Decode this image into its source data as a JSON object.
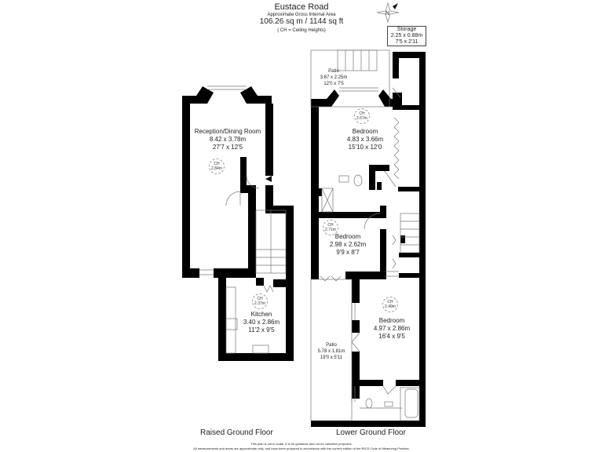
{
  "header": {
    "title": "Eustace Road",
    "subtitle": "Approximate Gross Internal Area",
    "area": "106.26 sq m / 1144 sq ft",
    "legend": "( CH = Ceiling Heights)"
  },
  "compass": {
    "icon": "north-compass-icon",
    "label": "N"
  },
  "storage": {
    "name": "Storage",
    "metric": "2.25 x 0.88m",
    "imperial": "7'5 x 2'11"
  },
  "floors": {
    "raised_ground": {
      "label": "Raised Ground Floor",
      "rooms": [
        {
          "name": "Reception/Dining Room",
          "metric": "8.42 x 3.78m",
          "imperial": "27'7 x 12'5",
          "ch": "2.84m"
        },
        {
          "name": "Kitchen",
          "metric": "3.40 x 2.86m",
          "imperial": "11'2 x 9'5",
          "ch": "2.37m"
        }
      ]
    },
    "lower_ground": {
      "label": "Lower Ground Floor",
      "rooms": [
        {
          "name": "Patio",
          "metric": "3.67 x 2.25m",
          "imperial": "12'0 x 7'5"
        },
        {
          "name": "Bedroom",
          "metric": "4.83 x 3.66m",
          "imperial": "15'10 x 12'0",
          "ch": "2.67m"
        },
        {
          "name": "Bedroom",
          "metric": "2.98 x 2.62m",
          "imperial": "9'9 x 8'7",
          "ch": "2.71m"
        },
        {
          "name": "Bedroom",
          "metric": "4.97 x 2.86m",
          "imperial": "16'4 x 9'5",
          "ch": "2.49m"
        },
        {
          "name": "Patio",
          "metric": "5.78 x 1.81m",
          "imperial": "19'0 x 5'11"
        }
      ]
    }
  },
  "ch_prefix": "CH",
  "disclaimer": {
    "line1": "This plan is not to scale. It is for guidance and not for valuation purposes.",
    "line2": "All measurements and areas are approximate only, and have been prepared in accordance with the current edition of the RICS Code of Measuring Practice."
  },
  "colors": {
    "wall": "#000000",
    "line": "#777777",
    "background": "#ffffff"
  }
}
